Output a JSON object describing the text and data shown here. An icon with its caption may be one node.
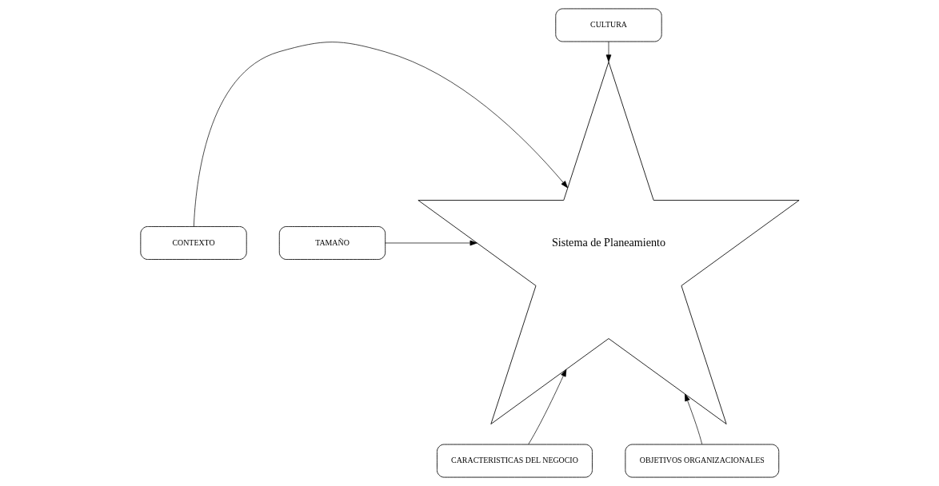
{
  "diagram": {
    "nodes": [
      {
        "text": [
          "CULTURA"
        ]
      },
      {
        "text": [
          "CONTEXTO"
        ]
      },
      {
        "text": [
          "Sistema de Planeamiento"
        ]
      },
      {
        "text": [
          "TAMAÑO"
        ]
      },
      {
        "text": [
          "CARACTERISTICAS DEL NEGOCIO"
        ]
      },
      {
        "text": [
          "OBJETIVOS ORGANIZACIONALES"
        ]
      }
    ],
    "edges": [
      {
        "from": 0,
        "to": 2,
        "arrow": "to"
      },
      {
        "from": 1,
        "to": 2,
        "arrow": "to"
      },
      {
        "from": 3,
        "to": 2,
        "arrow": "to"
      },
      {
        "from": 4,
        "to": 2,
        "arrow": "to"
      },
      {
        "from": 5,
        "to": 2,
        "arrow": "to"
      }
    ]
  }
}
